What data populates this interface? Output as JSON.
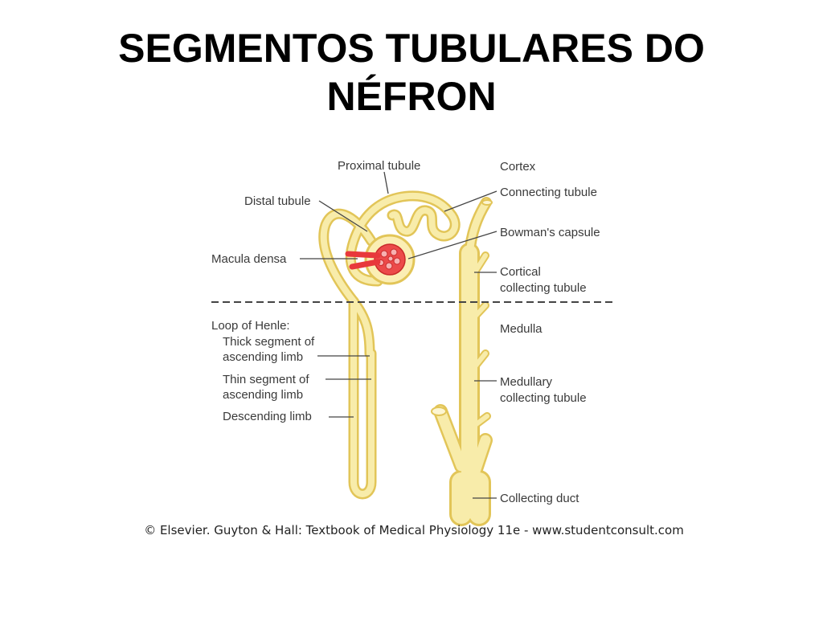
{
  "title": {
    "line1": "SEGMENTOS TUBULARES DO",
    "line2": "NÉFRON"
  },
  "labels": {
    "proximal_tubule": "Proximal tubule",
    "cortex": "Cortex",
    "distal_tubule": "Distal tubule",
    "connecting_tubule": "Connecting tubule",
    "bowmans_capsule": "Bowman's capsule",
    "macula_densa": "Macula densa",
    "cortical_collecting_1": "Cortical",
    "cortical_collecting_2": "collecting tubule",
    "loop_of_henle": "Loop of Henle:",
    "thick_segment_1": "Thick segment of",
    "thick_segment_2": "ascending limb",
    "medulla": "Medulla",
    "thin_segment_1": "Thin segment of",
    "thin_segment_2": "ascending limb",
    "medullary_collecting_1": "Medullary",
    "medullary_collecting_2": "collecting tubule",
    "descending_limb": "Descending limb",
    "collecting_duct": "Collecting duct"
  },
  "credit": "© Elsevier. Guyton & Hall: Textbook of Medical Physiology 11e - www.studentconsult.com",
  "colors": {
    "tubule_fill": "#f8ecaa",
    "tubule_outline": "#e2c558",
    "glomerulus": "#e8383c",
    "leader_line": "#444444"
  }
}
